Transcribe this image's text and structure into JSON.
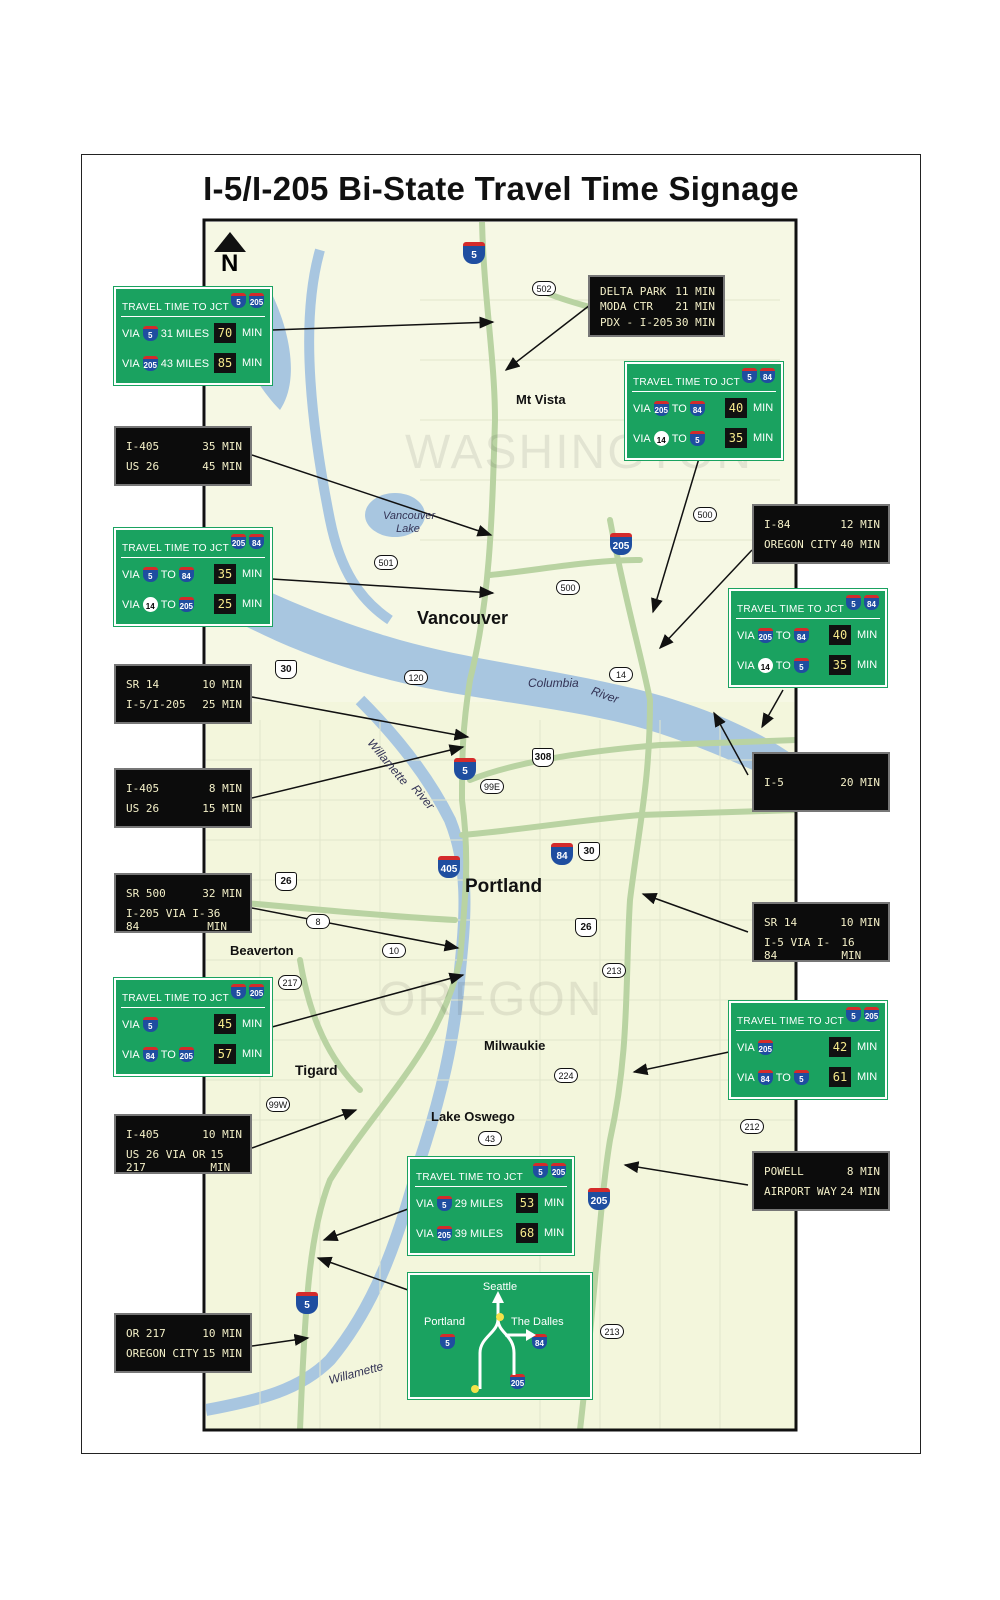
{
  "title": "I-5/I-205 Bi-State Travel Time Signage",
  "north": "N",
  "regions": {
    "wa": "WASHINGTON",
    "or": "OREGON"
  },
  "cities": {
    "mt_vista": "Mt Vista",
    "vancouver": "Vancouver",
    "portland": "Portland",
    "beaverton": "Beaverton",
    "milwaukie": "Milwaukie",
    "tigard": "Tigard",
    "lake_oswego": "Lake Oswego"
  },
  "water": {
    "vancouver_lake": "Vancouver Lake",
    "columbia": "Columbia",
    "river": "River",
    "willamette": "Willamette",
    "river2": "River",
    "willamette_south": "Willamette"
  },
  "route_labels": {
    "i5_north": "5",
    "r502": "502",
    "r500a": "500",
    "r500b": "500",
    "r501": "501",
    "i205_north": "205",
    "r14": "14",
    "r120": "120",
    "us30": "30",
    "i5_center": "5",
    "r308": "308",
    "r99e": "99E",
    "i405": "405",
    "i84": "84",
    "us30b": "30",
    "us26": "26",
    "us26b": "26",
    "r8": "8",
    "r10": "10",
    "r217": "217",
    "r213a": "213",
    "r224": "224",
    "r99w": "99W",
    "r43": "43",
    "r212": "212",
    "i205_south": "205",
    "i5_south": "5",
    "r213b": "213"
  },
  "dms_signs": {
    "delta": [
      [
        "DELTA PARK",
        "11 MIN"
      ],
      [
        "MODA CTR",
        "21 MIN"
      ],
      [
        "PDX - I-205",
        "30 MIN"
      ]
    ],
    "i405_us26_a": [
      [
        "I-405",
        "35 MIN"
      ],
      [
        "US 26",
        "45 MIN"
      ]
    ],
    "i84_oc": [
      [
        "I-84",
        "12 MIN"
      ],
      [
        "OREGON CITY",
        "40 MIN"
      ]
    ],
    "sr14_a": [
      [
        "SR 14",
        "10 MIN"
      ],
      [
        "I-5/I-205",
        "25 MIN"
      ]
    ],
    "i5_only": [
      [
        "I-5",
        "20 MIN"
      ]
    ],
    "i405_us26_b": [
      [
        "I-405",
        "8 MIN"
      ],
      [
        "US 26",
        "15 MIN"
      ]
    ],
    "sr500": [
      [
        "SR 500",
        "32 MIN"
      ],
      [
        "I-205 VIA I-84",
        "36 MIN"
      ]
    ],
    "sr14_b": [
      [
        "SR 14",
        "10 MIN"
      ],
      [
        "I-5 VIA I-84",
        "16 MIN"
      ]
    ],
    "i405_us26_c": [
      [
        "I-405",
        "10 MIN"
      ],
      [
        "US 26 VIA OR 217",
        "15 MIN"
      ]
    ],
    "powell": [
      [
        "POWELL",
        "8 MIN"
      ],
      [
        "AIRPORT WAY",
        "24 MIN"
      ]
    ],
    "or217": [
      [
        "OR 217",
        "10 MIN"
      ],
      [
        "OREGON CITY",
        "15 MIN"
      ]
    ]
  },
  "green_signs": {
    "g1": {
      "header": "TRAVEL TIME TO JCT",
      "hs": [
        "5",
        "205"
      ],
      "rows": [
        {
          "via": "VIA",
          "s1": "5",
          "mid": "31 MILES",
          "s2": "",
          "min": "70",
          "unit": "MIN"
        },
        {
          "via": "VIA",
          "s1": "205",
          "mid": "43 MILES",
          "s2": "",
          "min": "85",
          "unit": "MIN"
        }
      ]
    },
    "g2": {
      "header": "TRAVEL TIME TO JCT",
      "hs": [
        "5",
        "84"
      ],
      "rows": [
        {
          "via": "VIA",
          "s1": "205",
          "mid": "TO",
          "s2": "84",
          "min": "40",
          "unit": "MIN"
        },
        {
          "via": "VIA",
          "s1": "14",
          "mid": "TO",
          "s2": "5",
          "min": "35",
          "unit": "MIN"
        }
      ]
    },
    "g3": {
      "header": "TRAVEL TIME TO JCT",
      "hs": [
        "205",
        "84"
      ],
      "rows": [
        {
          "via": "VIA",
          "s1": "5",
          "mid": "TO",
          "s2": "84",
          "min": "35",
          "unit": "MIN"
        },
        {
          "via": "VIA",
          "s1": "14",
          "mid": "TO",
          "s2": "205",
          "min": "25",
          "unit": "MIN"
        }
      ]
    },
    "g4": {
      "header": "TRAVEL TIME TO JCT",
      "hs": [
        "5",
        "84"
      ],
      "rows": [
        {
          "via": "VIA",
          "s1": "205",
          "mid": "TO",
          "s2": "84",
          "min": "40",
          "unit": "MIN"
        },
        {
          "via": "VIA",
          "s1": "14",
          "mid": "TO",
          "s2": "5",
          "min": "35",
          "unit": "MIN"
        }
      ]
    },
    "g5": {
      "header": "TRAVEL TIME TO JCT",
      "hs": [
        "5",
        "205"
      ],
      "rows": [
        {
          "via": "VIA",
          "s1": "5",
          "mid": "",
          "s2": "",
          "min": "45",
          "unit": "MIN"
        },
        {
          "via": "VIA",
          "s1": "84",
          "mid": "TO",
          "s2": "205",
          "min": "57",
          "unit": "MIN"
        }
      ]
    },
    "g6": {
      "header": "TRAVEL TIME TO JCT",
      "hs": [
        "5",
        "205"
      ],
      "rows": [
        {
          "via": "VIA",
          "s1": "205",
          "mid": "",
          "s2": "",
          "min": "42",
          "unit": "MIN"
        },
        {
          "via": "VIA",
          "s1": "84",
          "mid": "TO",
          "s2": "5",
          "min": "61",
          "unit": "MIN"
        }
      ]
    },
    "g7": {
      "header": "TRAVEL TIME TO JCT",
      "hs": [
        "5",
        "205"
      ],
      "rows": [
        {
          "via": "VIA",
          "s1": "5",
          "mid": "29 MILES",
          "s2": "",
          "min": "53",
          "unit": "MIN"
        },
        {
          "via": "VIA",
          "s1": "205",
          "mid": "39 MILES",
          "s2": "",
          "min": "68",
          "unit": "MIN"
        }
      ]
    }
  },
  "guide_sign": {
    "north": "Seattle",
    "left": "Portland",
    "right": "The Dalles",
    "s_left": "5",
    "s_right": "84",
    "s_bottom": "205"
  },
  "colors": {
    "land": "#f3f6dc",
    "water": "#a8c6e0",
    "highway": "#b9d3a2",
    "sign_green": "#1aa260"
  }
}
